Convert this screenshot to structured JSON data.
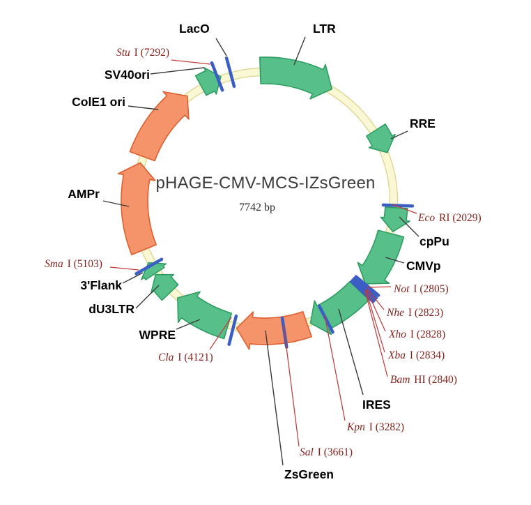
{
  "plasmid": {
    "name": "pHAGE-CMV-MCS-IZsGreen",
    "size": "7742 bp"
  },
  "colors": {
    "feature_green": "#57C08A",
    "feature_green_edge": "#2E9D61",
    "feature_orange": "#F5936B",
    "feature_orange_edge": "#DD5F2D",
    "backbone_fill": "#FAF8D4",
    "backbone_edge": "#DBD58C",
    "site_tick": "#3A5EC4",
    "site_text": "#85231E",
    "pointer_black": "#3B3B3B",
    "pointer_red": "#C23B3B"
  },
  "features": [
    {
      "name": "LTR",
      "color": "green",
      "start": 358,
      "end": 31,
      "head": 7,
      "small": false,
      "line": [
        438,
        53,
        422,
        93
      ]
    },
    {
      "name": "RRE",
      "color": "green",
      "start": 57.5,
      "end": 68.5,
      "head": 5.5,
      "small": true,
      "line": [
        585,
        188,
        561,
        199
      ]
    },
    {
      "name": "cpPu",
      "color": "green",
      "start": 93,
      "end": 103.5,
      "head": 5.5,
      "small": true,
      "line": [
        601,
        339,
        573,
        311
      ]
    },
    {
      "name": "CMVp",
      "color": "green",
      "start": 104.5,
      "end": 129.5,
      "head": 6,
      "small": false,
      "line": [
        580,
        377,
        553,
        369
      ]
    },
    {
      "name": "IRES",
      "color": "green",
      "start": 133.5,
      "end": 159.5,
      "head": 6,
      "small": false,
      "line": [
        521,
        566,
        486,
        443
      ]
    },
    {
      "name": "ZsGreen",
      "color": "orange",
      "start": 161,
      "end": 192.5,
      "head": 6.5,
      "small": false,
      "line": [
        406,
        667,
        381,
        474
      ]
    },
    {
      "name": "WPRE",
      "color": "green",
      "start": 196.5,
      "end": 222,
      "head": 6.5,
      "small": false,
      "line": [
        253,
        472,
        287,
        458
      ]
    },
    {
      "name": "dU3LTR",
      "color": "green",
      "start": 226,
      "end": 236,
      "head": 5,
      "small": true,
      "line": [
        195,
        442,
        228,
        409
      ]
    },
    {
      "name": "3'Flank",
      "color": "green",
      "start": 236.5,
      "end": 242,
      "head": 4.5,
      "small": true,
      "line": [
        176,
        406,
        205,
        391
      ]
    },
    {
      "name": "AMPr",
      "color": "orange",
      "start": 248,
      "end": 287,
      "head": 6.5,
      "small": false,
      "line": [
        148,
        288,
        185,
        296
      ]
    },
    {
      "name": "ColE1 ori",
      "color": "orange",
      "start": 290,
      "end": 323.5,
      "head": 6.5,
      "small": false,
      "line": [
        184,
        152,
        227,
        157
      ]
    },
    {
      "name": "SV40ori",
      "color": "green",
      "start": 331,
      "end": 340.5,
      "head": 5,
      "small": true,
      "line": [
        216,
        106,
        293,
        97
      ]
    },
    {
      "name": "LacO",
      "kind": "tick",
      "tick": 345,
      "line": [
        310,
        55,
        325,
        80
      ]
    }
  ],
  "sites": [
    {
      "italic": "Stu",
      "rest": " I (7292)",
      "tick": 339,
      "line": [
        246,
        86,
        302,
        92
      ]
    },
    {
      "italic": "Eco",
      "rest": " RI (2029)",
      "tick": 92,
      "line": [
        563,
        293,
        598,
        306
      ]
    },
    {
      "italic": "Not",
      "rest": " I (2805)",
      "tick": 129.7,
      "line": [
        527,
        412,
        561,
        411
      ]
    },
    {
      "italic": "Nhe",
      "rest": " I (2823)",
      "tick": 130.9,
      "line": [
        527,
        414,
        551,
        444
      ]
    },
    {
      "italic": "Xho",
      "rest": " I (2828)",
      "tick": 131.7,
      "line": [
        526,
        415,
        553,
        475
      ]
    },
    {
      "italic": "Xba",
      "rest": " I (2834)",
      "tick": 132.3,
      "line": [
        525,
        416,
        552,
        505
      ]
    },
    {
      "italic": "Bam",
      "rest": " HI (2840)",
      "tick": 132.9,
      "line": [
        524,
        417,
        556,
        540
      ]
    },
    {
      "italic": "Kpn",
      "rest": " I (3282)",
      "tick": 152.6,
      "line": [
        495,
        603,
        466,
        452
      ]
    },
    {
      "italic": "Sal",
      "rest": " I (3661)",
      "tick": 171.5,
      "line": [
        429,
        640,
        407,
        466
      ]
    },
    {
      "italic": "Cla",
      "rest": " I (4121)",
      "tick": 194,
      "line": [
        301,
        501,
        332,
        455
      ]
    },
    {
      "italic": "Sma",
      "rest": " I (5103)",
      "tick": 240.5,
      "line": [
        158,
        383,
        199,
        387
      ]
    }
  ]
}
